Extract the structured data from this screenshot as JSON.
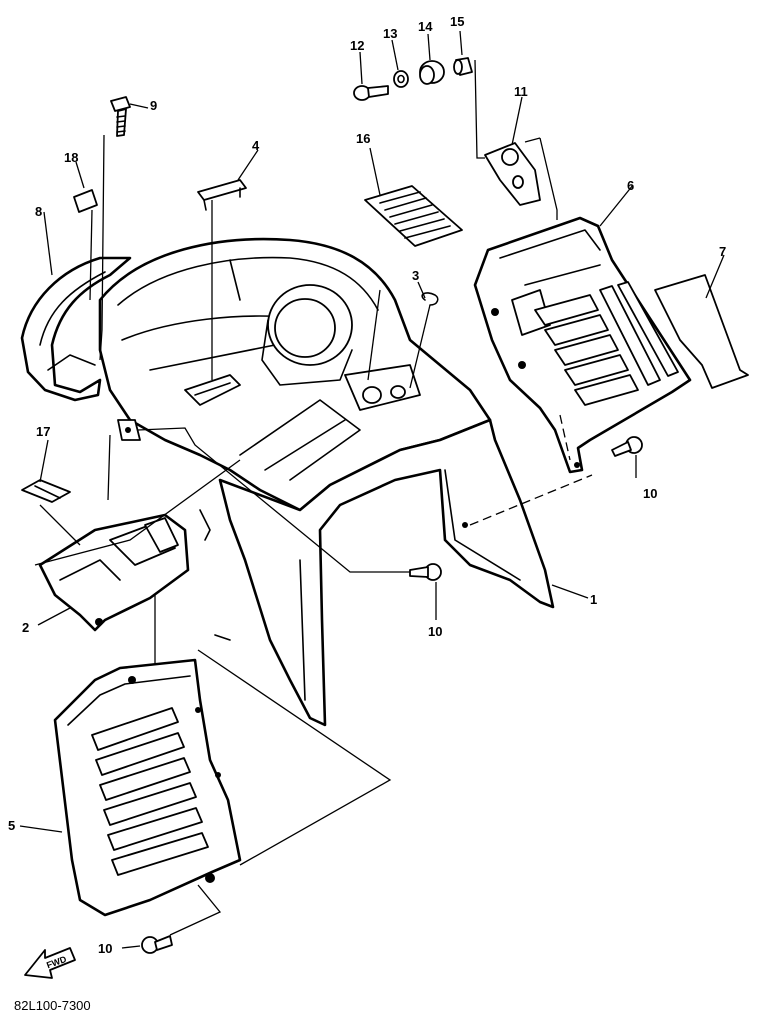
{
  "callouts": {
    "c1": "1",
    "c2": "2",
    "c3": "3",
    "c4": "4",
    "c5": "5",
    "c6": "6",
    "c7": "7",
    "c8": "8",
    "c9": "9",
    "c10a": "10",
    "c10b": "10",
    "c10c": "10",
    "c11": "11",
    "c12": "12",
    "c13": "13",
    "c14": "14",
    "c15": "15",
    "c16": "16",
    "c17": "17",
    "c18": "18"
  },
  "fwd_label": "FWD",
  "diagram_code": "82L100-7300"
}
